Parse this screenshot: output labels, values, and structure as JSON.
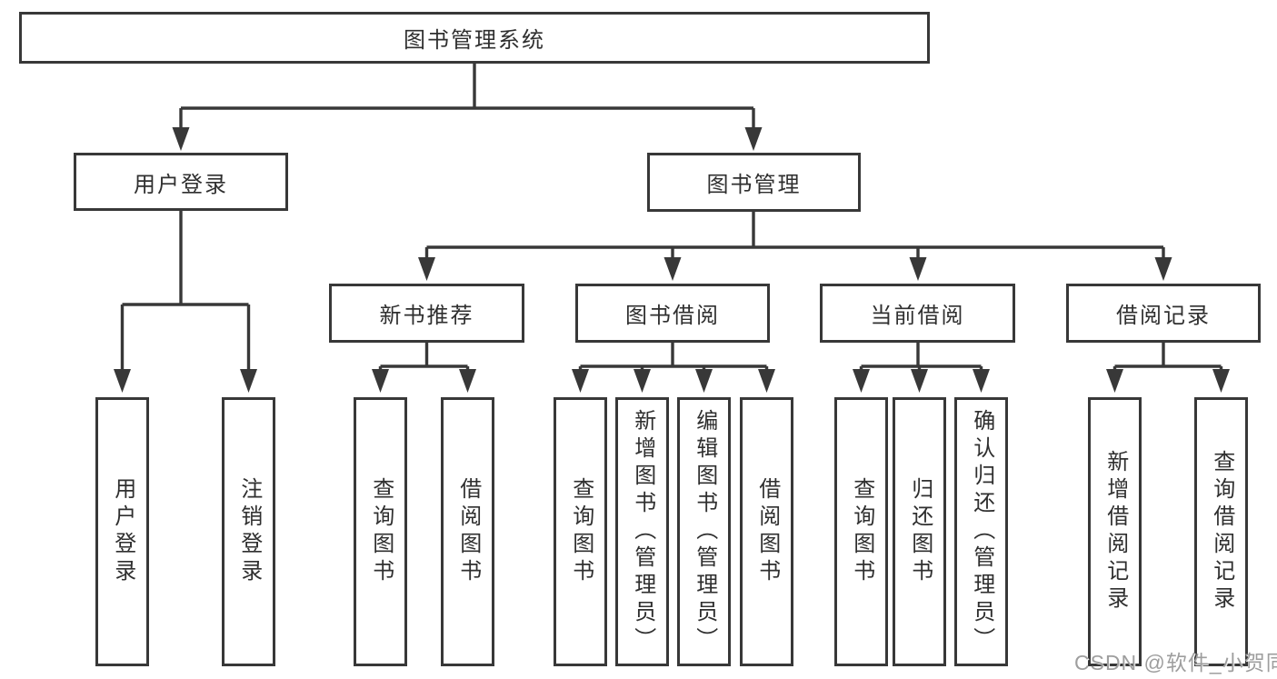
{
  "diagram": {
    "root": {
      "label": "图书管理系统"
    },
    "branches": [
      {
        "label": "用户登录",
        "children": [
          {
            "label": "用户登录"
          },
          {
            "label": "注销登录"
          }
        ]
      },
      {
        "label": "图书管理",
        "children": [
          {
            "label": "新书推荐",
            "children": [
              {
                "label": "查询图书"
              },
              {
                "label": "借阅图书"
              }
            ]
          },
          {
            "label": "图书借阅",
            "children": [
              {
                "label": "查询图书"
              },
              {
                "label": "新增图书（管理员）"
              },
              {
                "label": "编辑图书（管理员）"
              },
              {
                "label": "借阅图书"
              }
            ]
          },
          {
            "label": "当前借阅",
            "children": [
              {
                "label": "查询图书"
              },
              {
                "label": "归还图书"
              },
              {
                "label": "确认归还（管理员）"
              }
            ]
          },
          {
            "label": "借阅记录",
            "children": [
              {
                "label": "新增借阅记录"
              },
              {
                "label": "查询借阅记录"
              }
            ]
          }
        ]
      }
    ]
  },
  "watermark": {
    "text": "CSDN @软件_小贺同学"
  },
  "colors": {
    "line": "#383838",
    "text": "#2f2f2f",
    "watermark": "#9e9e9e",
    "background": "#ffffff"
  }
}
